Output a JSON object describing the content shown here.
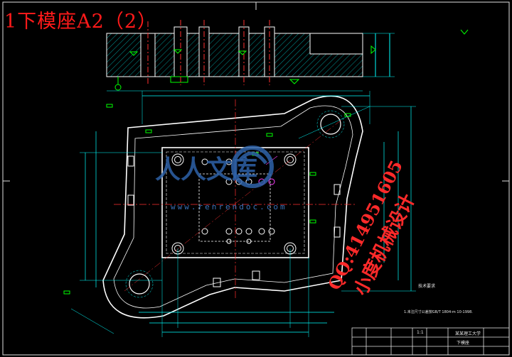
{
  "header": {
    "title": "1下模座A2（2）"
  },
  "watermark": {
    "logo_text": "人人文库",
    "url": "www.renrendoc.com",
    "qq": "QQ:414951605",
    "maker": "小度机械设计"
  },
  "notes": {
    "technical_title": "技术要求",
    "technical_line": "1.未注尺寸公差按GB/T 1804-m 10-1998."
  },
  "title_block": {
    "scale": "1:1",
    "part_name": "下模座",
    "school": "某某理工大学"
  },
  "colors": {
    "background": "#000000",
    "outline": "#ffffff",
    "dimension": "#00ffff",
    "centerline": "#ff0000",
    "leader": "#00ff00",
    "hatch": "#00ffff",
    "highlight": "#ff00ff",
    "watermark": "#2e62a8"
  }
}
